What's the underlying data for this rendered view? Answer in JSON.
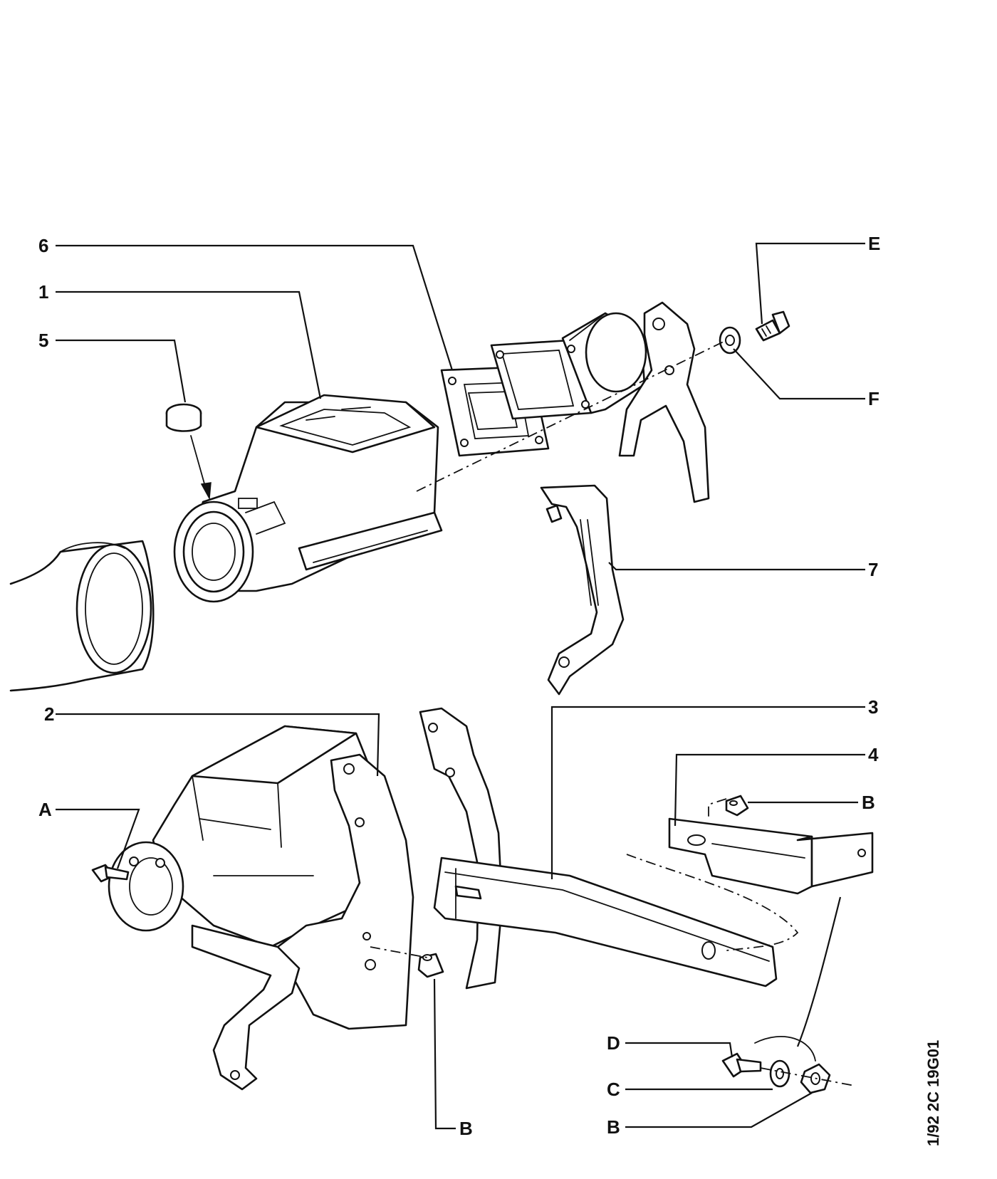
{
  "callouts": {
    "c6": "6",
    "c1": "1",
    "c5": "5",
    "cE": "E",
    "cF": "F",
    "c7": "7",
    "c2": "2",
    "c3": "3",
    "c4": "4",
    "cA": "A",
    "cB_top": "B",
    "cB_bottom_left": "B",
    "cD": "D",
    "cC": "C",
    "cB_bottom_right": "B"
  },
  "reference_code": "1/92  2C 19G01"
}
